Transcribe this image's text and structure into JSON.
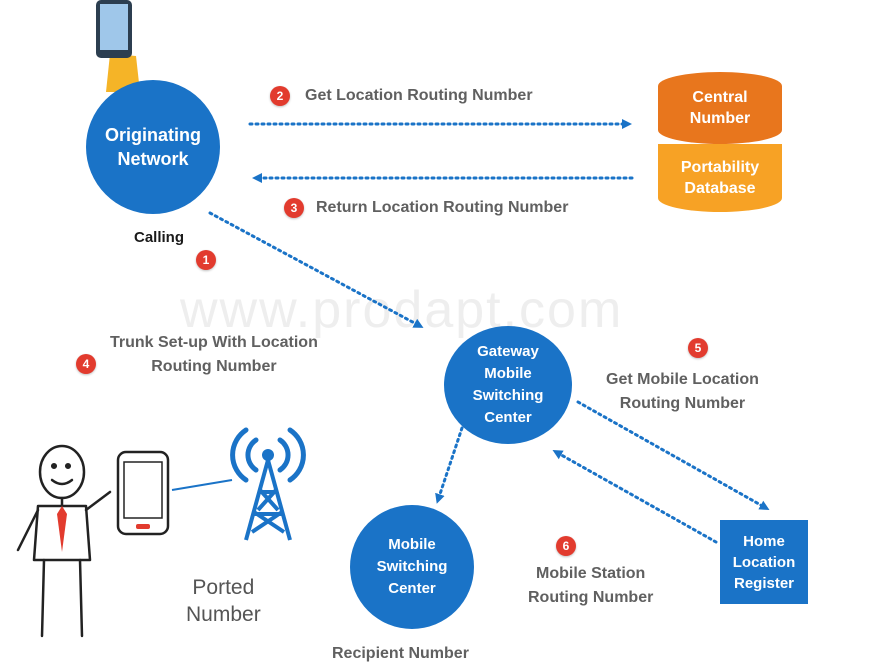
{
  "nodes": {
    "originating": "Originating\nNetwork",
    "gateway": "Gateway\nMobile\nSwitching\nCenter",
    "msc": "Mobile\nSwitching\nCenter",
    "hlr": "Home\nLocation\nRegister",
    "db_top": "Central\nNumber",
    "db_bottom": "Portability\nDatabase"
  },
  "labels": {
    "calling": "Calling",
    "step2": "Get Location Routing Number",
    "step3": "Return Location Routing Number",
    "step4": "Trunk Set-up With Location\nRouting Number",
    "step5": "Get Mobile Location\nRouting Number",
    "step6": "Mobile Station\nRouting Number",
    "ported": "Ported\nNumber",
    "recipient": "Recipient Number"
  },
  "badges": [
    "1",
    "2",
    "3",
    "4",
    "5",
    "6"
  ],
  "watermark": "www.prodapt.com",
  "colors": {
    "node_blue": "#1a73c7",
    "badge_red": "#e23b2e",
    "db_orange_dark": "#e8761d",
    "db_orange_light": "#f7a225",
    "text_gray": "#606060"
  }
}
